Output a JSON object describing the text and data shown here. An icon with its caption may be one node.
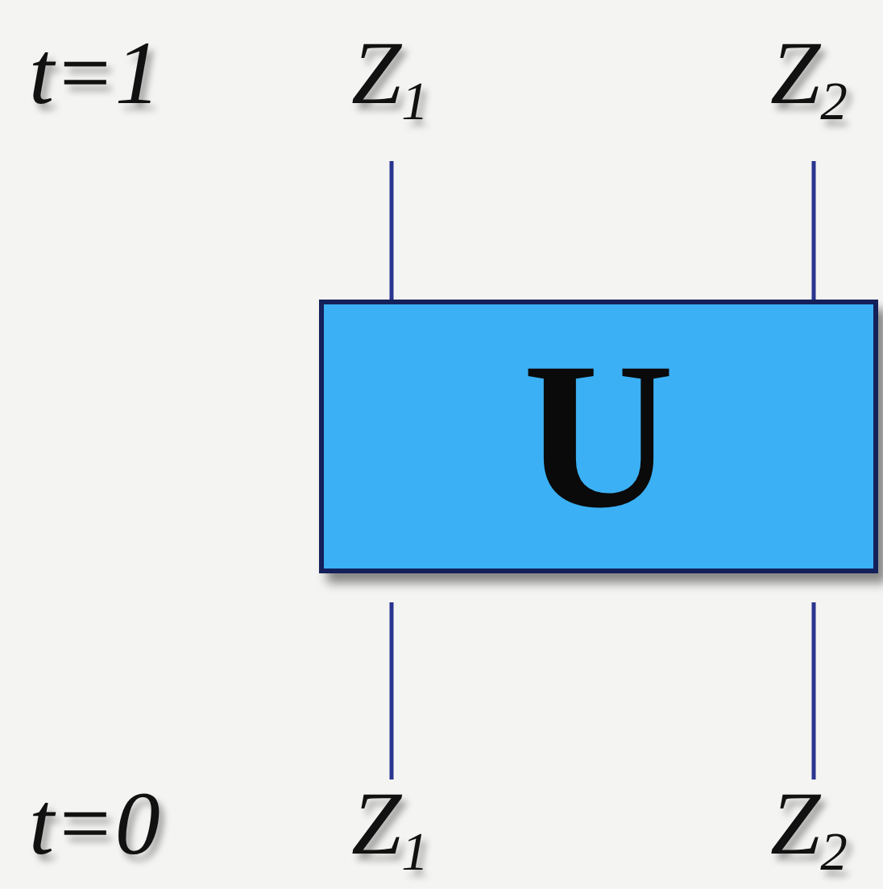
{
  "diagram": {
    "nodes": [
      {
        "text": [
          "Z$_{1}$"
        ]
      },
      {
        "text": [
          "Z$_{2}$"
        ]
      },
      {
        "text": [
          "U"
        ]
      },
      {
        "text": [
          "Z$_{1}$"
        ]
      },
      {
        "text": [
          "Z$_{2}$"
        ]
      }
    ],
    "edges": [
      {
        "from": 0,
        "to": 2,
        "arrow": "none"
      },
      {
        "from": 1,
        "to": 2,
        "arrow": "none"
      },
      {
        "from": 2,
        "to": 3,
        "arrow": "none"
      },
      {
        "from": 2,
        "to": 4,
        "arrow": "none"
      }
    ],
    "labels": [
      "t=1",
      "t=0"
    ]
  }
}
